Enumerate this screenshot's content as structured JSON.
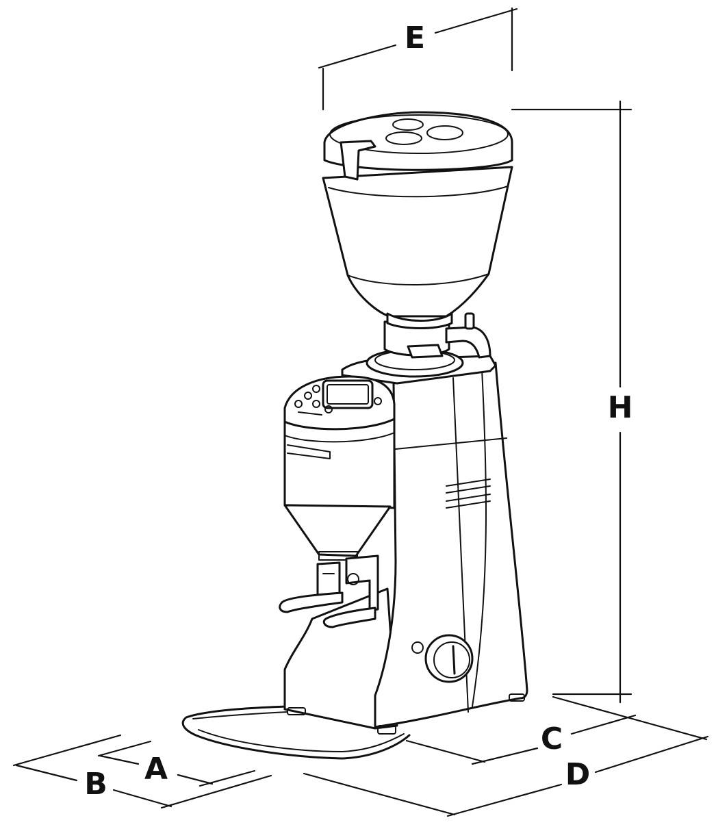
{
  "labels": {
    "A": "A",
    "B": "B",
    "C": "C",
    "D": "D",
    "E": "E",
    "H": "H"
  }
}
